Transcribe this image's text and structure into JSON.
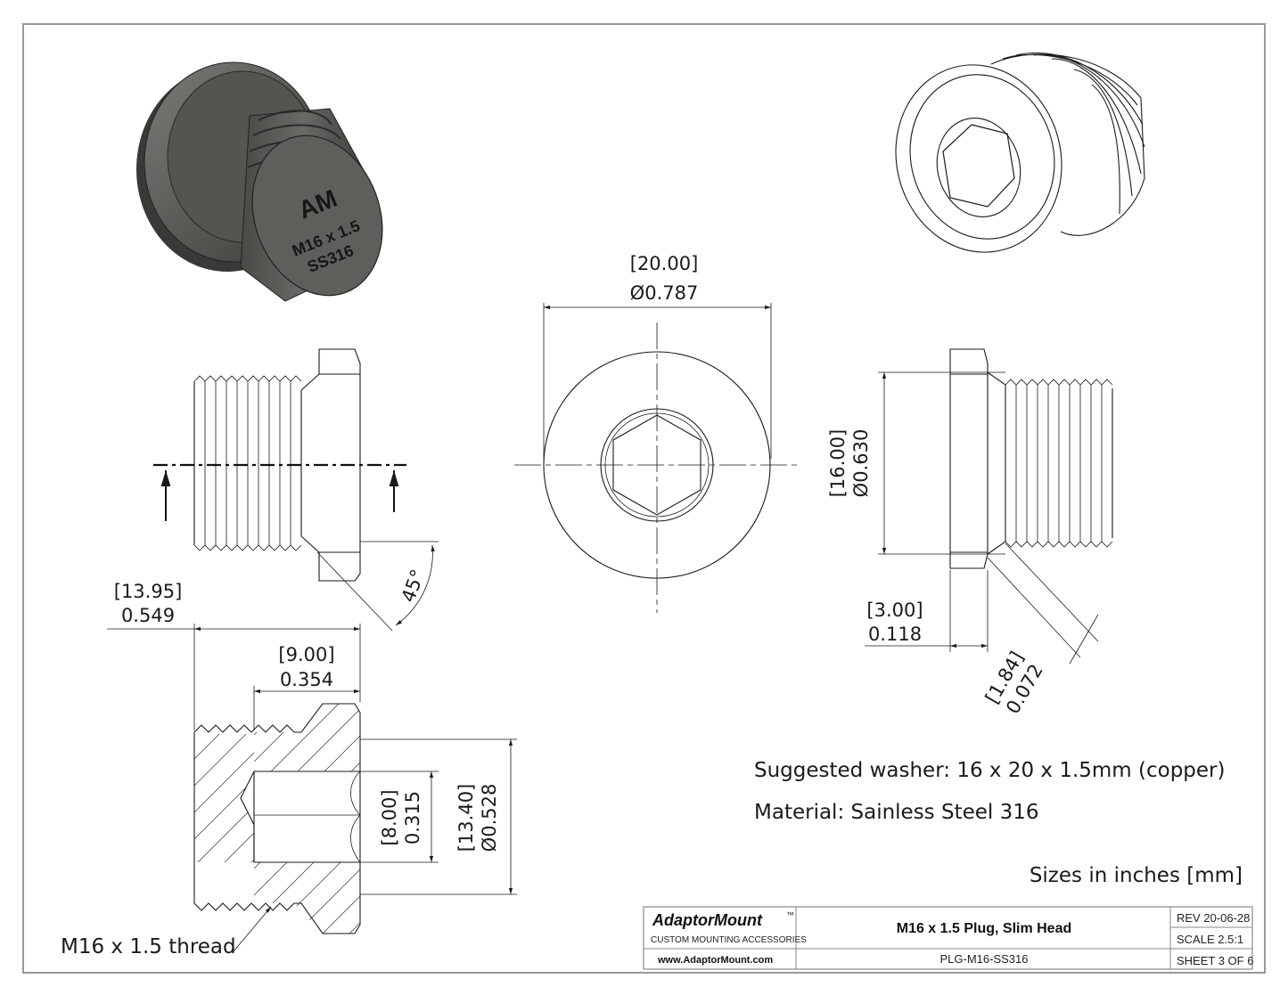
{
  "part_marking": {
    "logo": "AM",
    "line1": "M16 x 1.5",
    "line2": "SS316"
  },
  "dimensions": {
    "head_diameter": {
      "mm": "20.00",
      "inch": "0.787"
    },
    "thread_diameter": {
      "mm": "16.00",
      "inch": "0.630"
    },
    "total_length": {
      "mm": "13.95",
      "inch": "0.549"
    },
    "thread_length": {
      "mm": "9.00",
      "inch": "0.354"
    },
    "head_thickness": {
      "mm": "3.00",
      "inch": "0.118"
    },
    "chamfer": {
      "mm": "1.84",
      "inch": "0.072"
    },
    "hex_socket": {
      "mm": "8.00",
      "inch": "0.315"
    },
    "counterbore": {
      "mm": "13.40",
      "inch": "0.528"
    },
    "chamfer_angle": "45°",
    "diameter_symbol": "Ø"
  },
  "notes": {
    "washer": "Suggested washer: 16 x 20 x 1.5mm (copper)",
    "material": "Material: Sainless Steel 316",
    "units": "Sizes in inches [mm]",
    "thread_callout": "M16 x 1.5 thread"
  },
  "title_block": {
    "company": "AdaptorMount",
    "trademark": "™",
    "tagline": "CUSTOM MOUNTING ACCESSORIES",
    "website": "www.AdaptorMount.com",
    "title": "M16 x 1.5 Plug, Slim Head",
    "part_number": "PLG-M16-SS316",
    "revision": "REV 20-06-28",
    "scale": "SCALE 2.5:1",
    "sheet": "SHEET 3 OF 6"
  },
  "colors": {
    "line": "#1a1a1a",
    "render_dark": "#4a4a48",
    "render_mid": "#6e6d69",
    "render_light": "#8a8985"
  }
}
